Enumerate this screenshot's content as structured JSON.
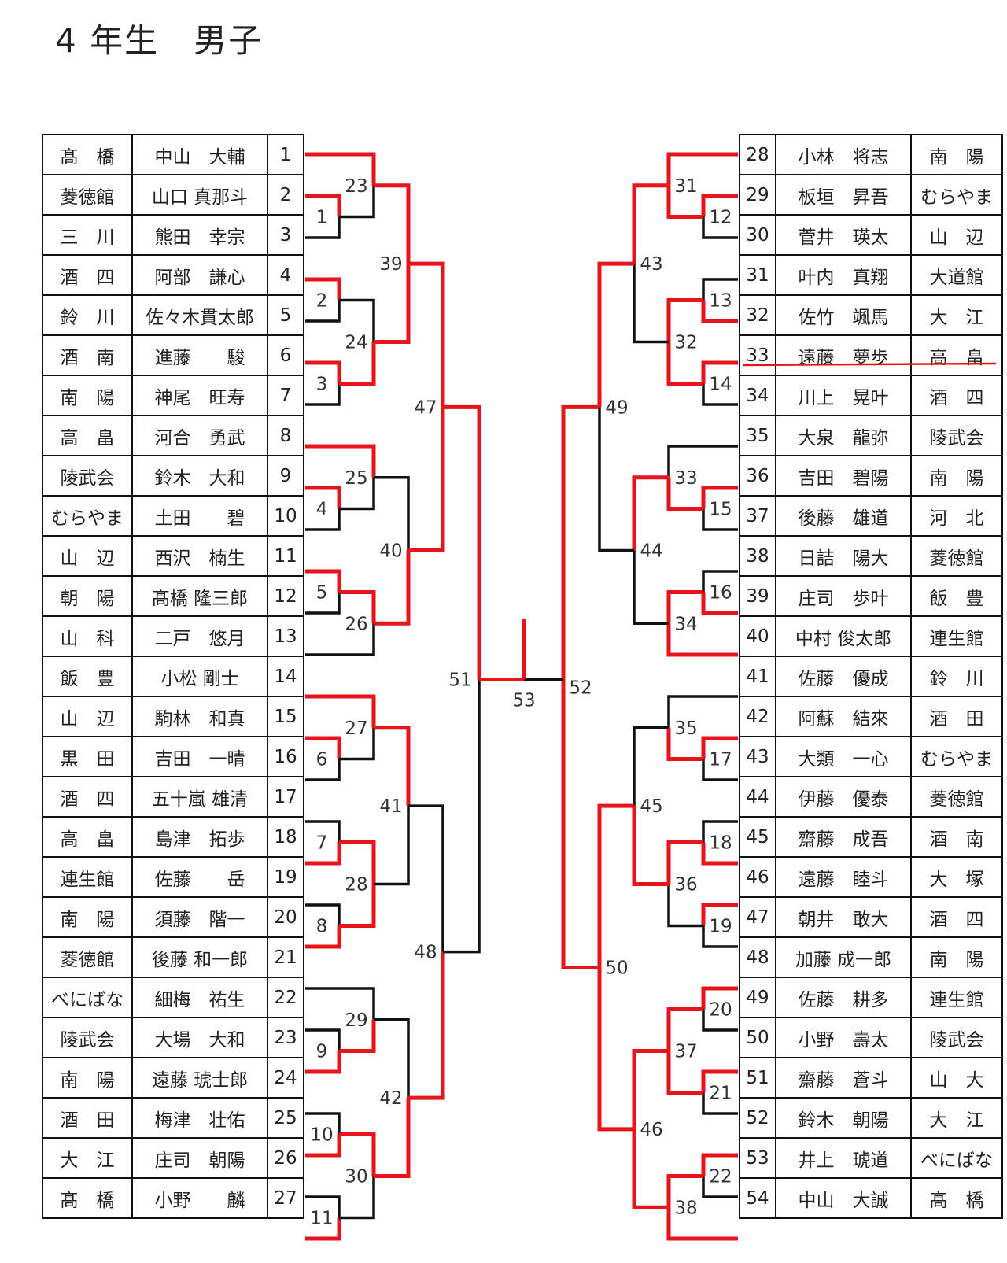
{
  "title": "4 年生　男子",
  "left_entries": [
    {
      "school": "髙　橋",
      "name": "中山　大輔",
      "no": "1"
    },
    {
      "school": "菱徳館",
      "name": "山口 真那斗",
      "no": "2"
    },
    {
      "school": "三　川",
      "name": "熊田　幸宗",
      "no": "3"
    },
    {
      "school": "酒　四",
      "name": "阿部　謙心",
      "no": "4"
    },
    {
      "school": "鈴　川",
      "name": "佐々木貫太郎",
      "no": "5"
    },
    {
      "school": "酒　南",
      "name": "進藤　　駿",
      "no": "6"
    },
    {
      "school": "南　陽",
      "name": "神尾　旺寿",
      "no": "7"
    },
    {
      "school": "高　畠",
      "name": "河合　勇武",
      "no": "8"
    },
    {
      "school": "陵武会",
      "name": "鈴木　大和",
      "no": "9"
    },
    {
      "school": "むらやま",
      "name": "土田　　碧",
      "no": "10"
    },
    {
      "school": "山　辺",
      "name": "西沢　楠生",
      "no": "11"
    },
    {
      "school": "朝　陽",
      "name": "髙橋 隆三郎",
      "no": "12"
    },
    {
      "school": "山　科",
      "name": "二戸　悠月",
      "no": "13"
    },
    {
      "school": "飯　豊",
      "name": "小松 剛士",
      "no": "14"
    },
    {
      "school": "山　辺",
      "name": "駒林　和真",
      "no": "15"
    },
    {
      "school": "黒　田",
      "name": "吉田　一晴",
      "no": "16"
    },
    {
      "school": "酒　四",
      "name": "五十嵐 雄清",
      "no": "17"
    },
    {
      "school": "高　畠",
      "name": "島津　拓歩",
      "no": "18"
    },
    {
      "school": "連生館",
      "name": "佐藤　　岳",
      "no": "19"
    },
    {
      "school": "南　陽",
      "name": "須藤　階一",
      "no": "20"
    },
    {
      "school": "菱徳館",
      "name": "後藤 和一郎",
      "no": "21"
    },
    {
      "school": "べにばな",
      "name": "細梅　祐生",
      "no": "22"
    },
    {
      "school": "陵武会",
      "name": "大場　大和",
      "no": "23"
    },
    {
      "school": "南　陽",
      "name": "遠藤 琥士郎",
      "no": "24"
    },
    {
      "school": "酒　田",
      "name": "梅津　壮佑",
      "no": "25"
    },
    {
      "school": "大　江",
      "name": "庄司　朝陽",
      "no": "26"
    },
    {
      "school": "髙　橋",
      "name": "小野　　麟",
      "no": "27"
    }
  ],
  "right_entries": [
    {
      "no": "28",
      "name": "小林　将志",
      "school": "南　陽"
    },
    {
      "no": "29",
      "name": "板垣　昇吾",
      "school": "むらやま"
    },
    {
      "no": "30",
      "name": "菅井　瑛太",
      "school": "山　辺"
    },
    {
      "no": "31",
      "name": "叶内　真翔",
      "school": "大道館"
    },
    {
      "no": "32",
      "name": "佐竹　颯馬",
      "school": "大　江"
    },
    {
      "no": "33",
      "name": "遠藤　夢歩",
      "school": "高　畠"
    },
    {
      "no": "34",
      "name": "川上　晃叶",
      "school": "酒　四"
    },
    {
      "no": "35",
      "name": "大泉　龍弥",
      "school": "陵武会"
    },
    {
      "no": "36",
      "name": "吉田　碧陽",
      "school": "南　陽"
    },
    {
      "no": "37",
      "name": "後藤　雄道",
      "school": "河　北"
    },
    {
      "no": "38",
      "name": "日詰　陽大",
      "school": "菱徳館"
    },
    {
      "no": "39",
      "name": "庄司　歩叶",
      "school": "飯　豊"
    },
    {
      "no": "40",
      "name": "中村 俊太郎",
      "school": "連生館"
    },
    {
      "no": "41",
      "name": "佐藤　優成",
      "school": "鈴　川"
    },
    {
      "no": "42",
      "name": "阿蘇　結來",
      "school": "酒　田"
    },
    {
      "no": "43",
      "name": "大類　一心",
      "school": "むらやま"
    },
    {
      "no": "44",
      "name": "伊藤　優泰",
      "school": "菱徳館"
    },
    {
      "no": "45",
      "name": "齋藤　成吾",
      "school": "酒　南"
    },
    {
      "no": "46",
      "name": "遠藤　睦斗",
      "school": "大　塚"
    },
    {
      "no": "47",
      "name": "朝井　敢大",
      "school": "酒　四"
    },
    {
      "no": "48",
      "name": "加藤 成一郎",
      "school": "南　陽"
    },
    {
      "no": "49",
      "name": "佐藤　耕多",
      "school": "連生館"
    },
    {
      "no": "50",
      "name": "小野　壽太",
      "school": "陵武会"
    },
    {
      "no": "51",
      "name": "齋藤　蒼斗",
      "school": "山　大"
    },
    {
      "no": "52",
      "name": "鈴木　朝陽",
      "school": "大　江"
    },
    {
      "no": "53",
      "name": "井上　琥道",
      "school": "べにばな"
    },
    {
      "no": "54",
      "name": "中山　大誠",
      "school": "髙　橋"
    }
  ],
  "bracket": {
    "match_labels": [
      "1",
      "2",
      "3",
      "4",
      "5",
      "6",
      "7",
      "8",
      "9",
      "10",
      "11",
      "12",
      "13",
      "14",
      "15",
      "16",
      "17",
      "18",
      "19",
      "20",
      "21",
      "22",
      "23",
      "24",
      "25",
      "26",
      "27",
      "28",
      "29",
      "30",
      "31",
      "32",
      "33",
      "34",
      "35",
      "36",
      "37",
      "38",
      "39",
      "40",
      "41",
      "42",
      "43",
      "44",
      "45",
      "46",
      "47",
      "48",
      "49",
      "50",
      "51",
      "52",
      "53"
    ],
    "colors": {
      "winner": "#e8141c",
      "loser": "#111111",
      "strike": "#e8141c"
    },
    "withdrawn_entry_no": "33"
  }
}
